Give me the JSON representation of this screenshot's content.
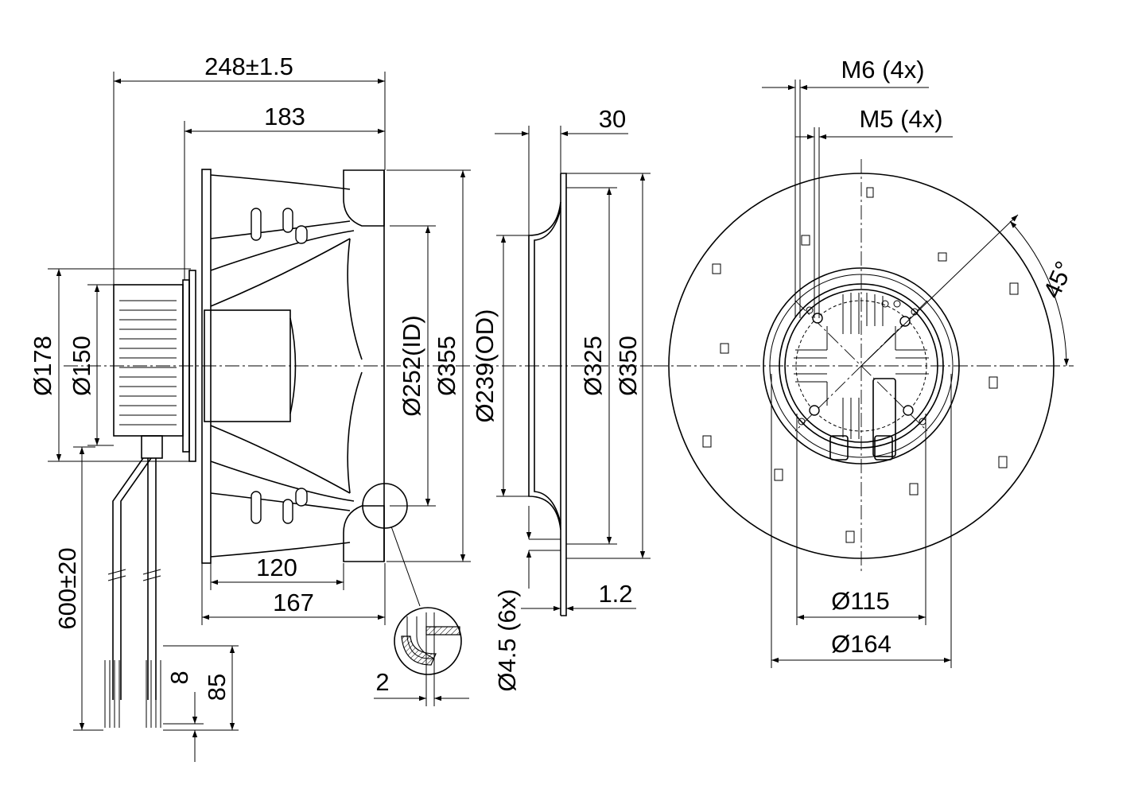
{
  "drawing": {
    "colors": {
      "line": "#000000",
      "background": "#ffffff",
      "hatch": "#d8d8d8"
    },
    "dimensions": {
      "overall_length": "248±1.5",
      "rotor_length": "183",
      "inlet_ring_depth": "30",
      "motor_diameter": "Ø178",
      "motor_inner_diameter": "Ø150",
      "impeller_inner_diameter": "Ø252(ID)",
      "impeller_outer_diameter": "Ø355",
      "inlet_diameter": "Ø239(OD)",
      "ring_inner_diameter": "Ø325",
      "ring_outer_diameter": "Ø350",
      "shroud_width": "120",
      "impeller_depth": "167",
      "cable_length": "600±20",
      "strip_length": "8",
      "wire_length": "85",
      "sheet_thickness": "2",
      "mount_holes": "Ø4.5 (6x)",
      "flange_thickness": "1.2",
      "thread_m6": "M6 (4x)",
      "thread_m5": "M5 (4x)",
      "bolt_circle_115": "Ø115",
      "bolt_circle_164": "Ø164",
      "angle": "45°"
    }
  }
}
